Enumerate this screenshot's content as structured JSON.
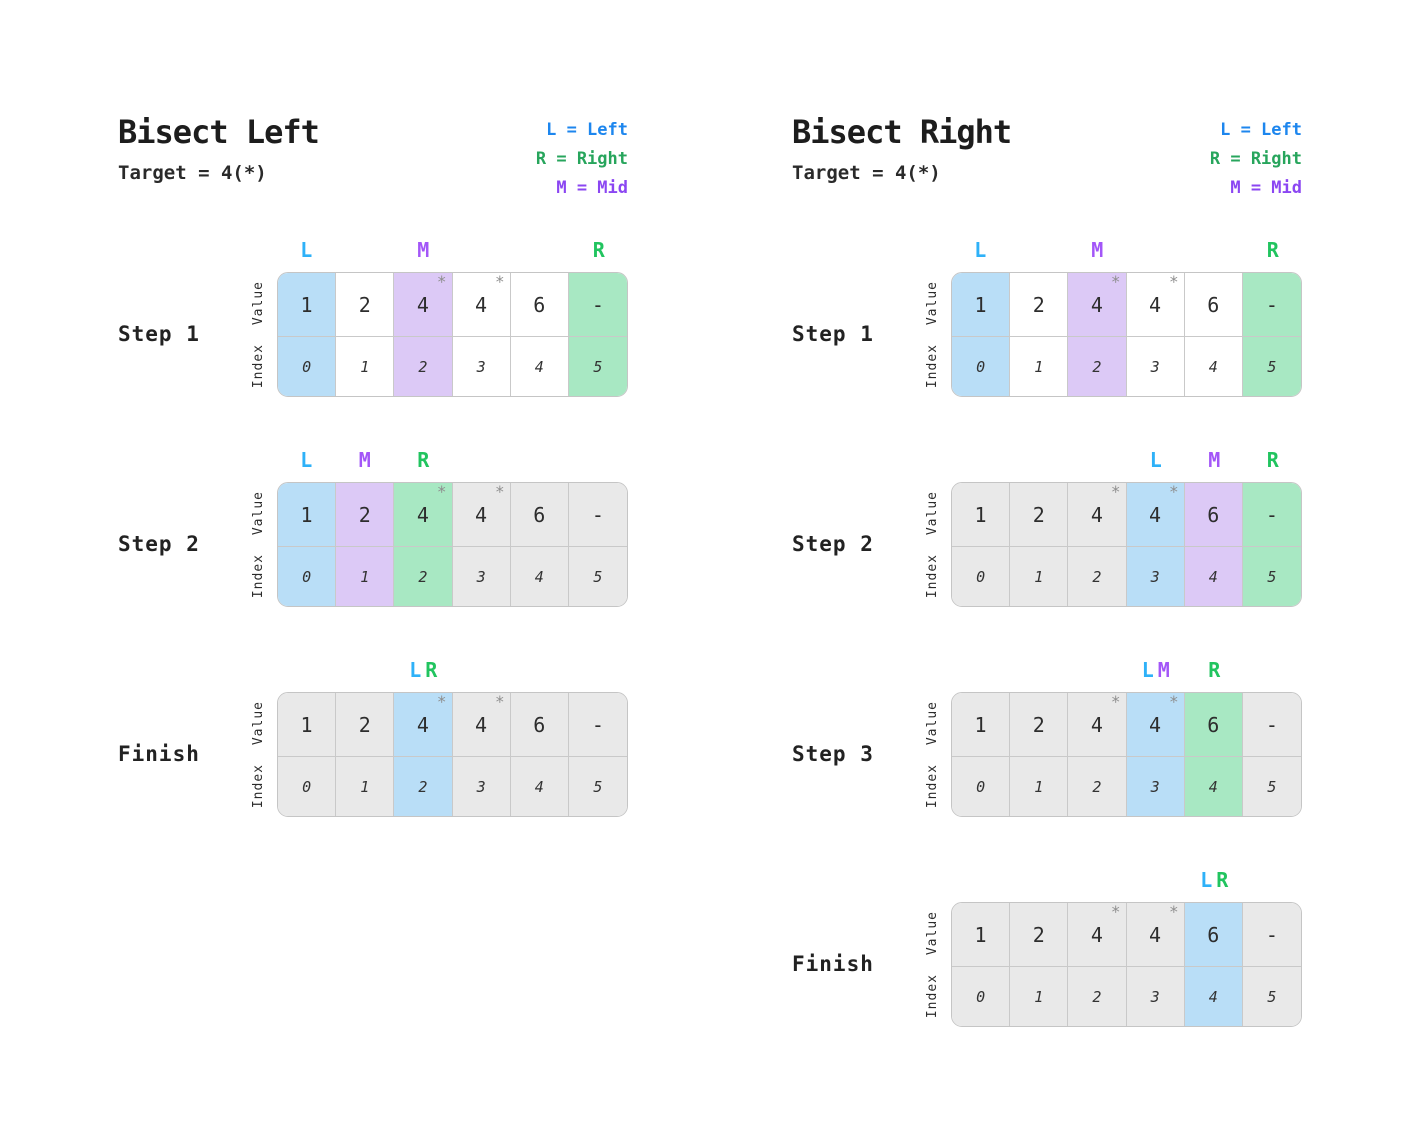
{
  "star_char": "*",
  "row_labels": {
    "value": "Value",
    "index": "Index"
  },
  "colors": {
    "cell_blue": "#b9def7",
    "cell_purple": "#dcc9f6",
    "cell_green": "#a8e8c3",
    "cell_gray": "#e9e9e9",
    "cell_white": "#ffffff",
    "marker_blue": "#2eb1f8",
    "marker_purple": "#a356f8",
    "marker_green": "#21c45f",
    "legend_blue": "#1d86ee",
    "legend_green": "#27a55c",
    "legend_purple": "#8b46f2",
    "star": "#8e8e8e"
  },
  "panels": [
    {
      "title": "Bisect Left",
      "target": "Target = 4(*)",
      "legend": [
        {
          "label": "L = Left",
          "color": "legend_blue"
        },
        {
          "label": "R = Right",
          "color": "legend_green"
        },
        {
          "label": "M = Mid",
          "color": "legend_purple"
        }
      ],
      "values": [
        "1",
        "2",
        "4",
        "4",
        "6",
        "-"
      ],
      "indices": [
        "0",
        "1",
        "2",
        "3",
        "4",
        "5"
      ],
      "starred": [
        2,
        3
      ],
      "steps": [
        {
          "label": "Step 1",
          "cells": [
            "blue",
            "white",
            "purple",
            "white",
            "white",
            "green"
          ],
          "markers": [
            {
              "col": 0,
              "letters": [
                {
                  "ch": "L",
                  "color": "marker_blue"
                }
              ]
            },
            {
              "col": 2,
              "letters": [
                {
                  "ch": "M",
                  "color": "marker_purple"
                }
              ]
            },
            {
              "col": 5,
              "letters": [
                {
                  "ch": "R",
                  "color": "marker_green"
                }
              ]
            }
          ]
        },
        {
          "label": "Step 2",
          "cells": [
            "blue",
            "purple",
            "green",
            "gray",
            "gray",
            "gray"
          ],
          "markers": [
            {
              "col": 0,
              "letters": [
                {
                  "ch": "L",
                  "color": "marker_blue"
                }
              ]
            },
            {
              "col": 1,
              "letters": [
                {
                  "ch": "M",
                  "color": "marker_purple"
                }
              ]
            },
            {
              "col": 2,
              "letters": [
                {
                  "ch": "R",
                  "color": "marker_green"
                }
              ]
            }
          ]
        },
        {
          "label": "Finish",
          "cells": [
            "gray",
            "gray",
            "blue",
            "gray",
            "gray",
            "gray"
          ],
          "markers": [
            {
              "col": 2,
              "letters": [
                {
                  "ch": "L",
                  "color": "marker_blue"
                },
                {
                  "ch": "R",
                  "color": "marker_green"
                }
              ]
            }
          ]
        }
      ]
    },
    {
      "title": "Bisect Right",
      "target": "Target = 4(*)",
      "legend": [
        {
          "label": "L = Left",
          "color": "legend_blue"
        },
        {
          "label": "R = Right",
          "color": "legend_green"
        },
        {
          "label": "M = Mid",
          "color": "legend_purple"
        }
      ],
      "values": [
        "1",
        "2",
        "4",
        "4",
        "6",
        "-"
      ],
      "indices": [
        "0",
        "1",
        "2",
        "3",
        "4",
        "5"
      ],
      "starred": [
        2,
        3
      ],
      "steps": [
        {
          "label": "Step 1",
          "cells": [
            "blue",
            "white",
            "purple",
            "white",
            "white",
            "green"
          ],
          "markers": [
            {
              "col": 0,
              "letters": [
                {
                  "ch": "L",
                  "color": "marker_blue"
                }
              ]
            },
            {
              "col": 2,
              "letters": [
                {
                  "ch": "M",
                  "color": "marker_purple"
                }
              ]
            },
            {
              "col": 5,
              "letters": [
                {
                  "ch": "R",
                  "color": "marker_green"
                }
              ]
            }
          ]
        },
        {
          "label": "Step 2",
          "cells": [
            "gray",
            "gray",
            "gray",
            "blue",
            "purple",
            "green"
          ],
          "markers": [
            {
              "col": 3,
              "letters": [
                {
                  "ch": "L",
                  "color": "marker_blue"
                }
              ]
            },
            {
              "col": 4,
              "letters": [
                {
                  "ch": "M",
                  "color": "marker_purple"
                }
              ]
            },
            {
              "col": 5,
              "letters": [
                {
                  "ch": "R",
                  "color": "marker_green"
                }
              ]
            }
          ]
        },
        {
          "label": "Step 3",
          "cells": [
            "gray",
            "gray",
            "gray",
            "blue",
            "green",
            "gray"
          ],
          "markers": [
            {
              "col": 3,
              "letters": [
                {
                  "ch": "L",
                  "color": "marker_blue"
                },
                {
                  "ch": "M",
                  "color": "marker_purple"
                }
              ]
            },
            {
              "col": 4,
              "letters": [
                {
                  "ch": "R",
                  "color": "marker_green"
                }
              ]
            }
          ]
        },
        {
          "label": "Finish",
          "cells": [
            "gray",
            "gray",
            "gray",
            "gray",
            "blue",
            "gray"
          ],
          "markers": [
            {
              "col": 4,
              "letters": [
                {
                  "ch": "L",
                  "color": "marker_blue"
                },
                {
                  "ch": "R",
                  "color": "marker_green"
                }
              ]
            }
          ]
        }
      ]
    }
  ]
}
